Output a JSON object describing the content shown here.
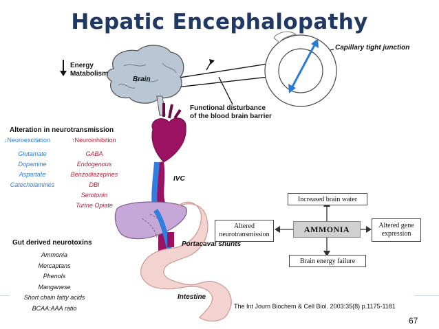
{
  "title": "Hepatic Encephalopathy",
  "labels": {
    "energy_metabolism": "Energy\nMatabolism",
    "brain": "Brain",
    "capillary": "Capillary tight junction",
    "functional": "Functional disturbance\nof the blood brain barrier",
    "ivc": "IVC",
    "portacaval": "Portacaval shunts",
    "intestine": "Intestine"
  },
  "neurotransmission": {
    "heading": "Alteration in neurotransmission",
    "excitation_label": "Neuroexcitation",
    "inhibition_label": "Neuroinhibition",
    "excitation_items": [
      "Glutamate",
      "Dopamine",
      "Aspartate",
      "Catecholamines"
    ],
    "inhibition_items": [
      "GABA",
      "Endogenous Benzodiazepines",
      "DBI",
      "Serotonin",
      "Turine Opiate"
    ]
  },
  "gut": {
    "heading": "Gut derived neurotoxins",
    "items": [
      "Ammonia",
      "Mercaptans",
      "Phenols",
      "Manganese",
      "Short chain fatty acids",
      "BCAA:AAA ratio"
    ]
  },
  "ammonia_diagram": {
    "center": "AMMONIA",
    "top": "Increased brain water",
    "bottom": "Brain energy failure",
    "left": "Altered\nneurotransmission",
    "right": "Altered gene\nexpression"
  },
  "citation": "The Int Journ Biochem & Cell Biol. 2003:35(8) p.1175-1181",
  "page_number": "67",
  "colors": {
    "title": "#1f3864",
    "brain": "#b8c7d3",
    "heart": "#9b1262",
    "liver": "#c7a6d8",
    "portal_vessel": "#2f7fe0",
    "intestine": "#f3d3d0"
  }
}
